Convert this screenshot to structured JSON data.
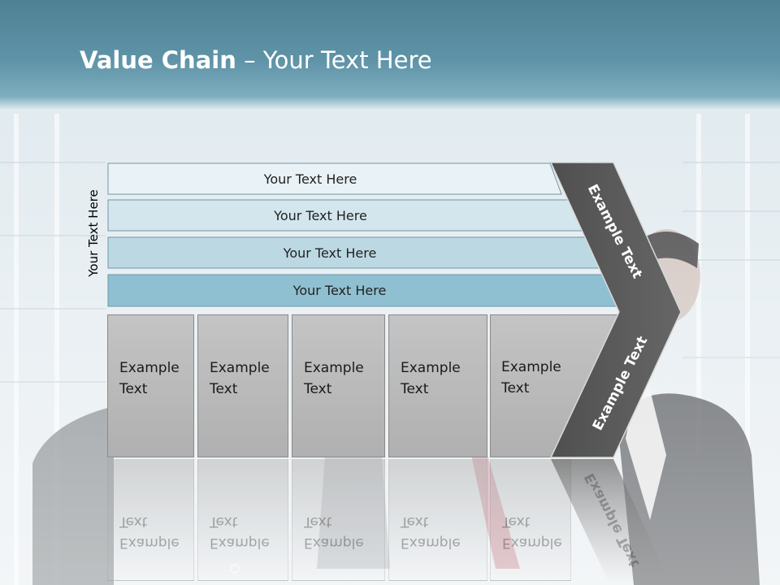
{
  "title": {
    "bold": "Value Chain",
    "rest": " – Your Text Here"
  },
  "side_label": "Your Text Here",
  "bars": [
    {
      "label": "Your Text Here",
      "fill": "#e9f2f6"
    },
    {
      "label": "Your Text Here",
      "fill": "#d3e6ee"
    },
    {
      "label": "Your Text Here",
      "fill": "#bcd9e3"
    },
    {
      "label": "Your Text Here",
      "fill": "#8fc0d1"
    }
  ],
  "boxes": [
    {
      "label": "Example\nText"
    },
    {
      "label": "Example\nText"
    },
    {
      "label": "Example\nText"
    },
    {
      "label": "Example\nText"
    },
    {
      "label": "Example\nText"
    }
  ],
  "chevron": {
    "upper_label": "Example Text",
    "lower_label": "Example Text",
    "color": "#5b5b5b"
  }
}
